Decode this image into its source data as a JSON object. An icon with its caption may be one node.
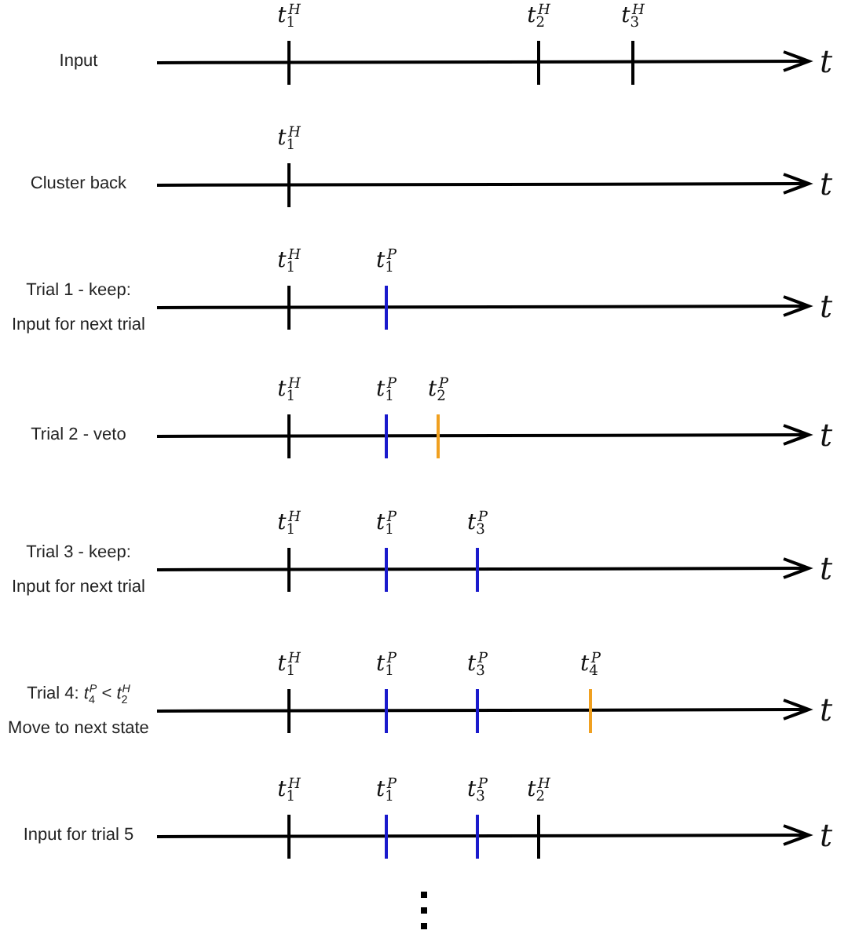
{
  "diagram": {
    "labels": [
      "Input",
      "*t*$_{1}$$^{H}$",
      "*t*$_{2}$$^{H}$",
      "*t*$_{3}$$^{H}$",
      "t",
      "Cluster back",
      "*t*$_{1}$$^{H}$",
      "t",
      "Trial 1 - keep:",
      "Input for next trial",
      "*t*$_{1}$$^{H}$",
      "*t*$_{1}$$^{P}$",
      "t",
      "Trial 2 - veto",
      "*t*$_{1}$$^{H}$",
      "*t*$_{1}$$^{P}$",
      "*t*$_{2}$$^{P}$",
      "t",
      "Trial 3 - keep:",
      "Input for next trial",
      "*t*$_{1}$$^{H}$",
      "*t*$_{1}$$^{P}$",
      "*t*$_{3}$$^{P}$",
      "t",
      "Trial 4: *t*$_{4}$$^{P}$ < *t*$_{2}$$^{H}$",
      "Move to next state",
      "*t*$_{1}$$^{H}$",
      "*t*$_{1}$$^{P}$",
      "*t*$_{3}$$^{P}$",
      "*t*$_{4}$$^{P}$",
      "t",
      "Input for trial 5",
      "*t*$_{1}$$^{H}$",
      "*t*$_{1}$$^{P}$",
      "*t*$_{3}$$^{P}$",
      "*t*$_{2}$$^{H}$",
      "t"
    ]
  }
}
